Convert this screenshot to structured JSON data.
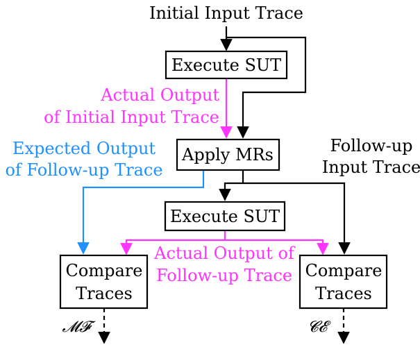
{
  "colors": {
    "black": "#000000",
    "magenta": "#ff33ff",
    "blue": "#1e90ff"
  },
  "diagram": {
    "initial_input": "Initial Input Trace",
    "execute_sut_1": "Execute SUT",
    "actual_output_initial": [
      "Actual Output",
      "of Initial Input Trace"
    ],
    "apply_mrs": "Apply MRs",
    "expected_output_followup": [
      "Expected Output",
      "of Follow-up Trace"
    ],
    "followup_input": [
      "Follow-up",
      "Input Trace"
    ],
    "execute_sut_2": "Execute SUT",
    "actual_output_followup": [
      "Actual Output of",
      "Follow-up Trace"
    ],
    "compare_left": [
      "Compare",
      "Traces"
    ],
    "compare_right": [
      "Compare",
      "Traces"
    ],
    "output_mf": "𝓜𝓕",
    "output_ce": "𝓒𝓔"
  }
}
